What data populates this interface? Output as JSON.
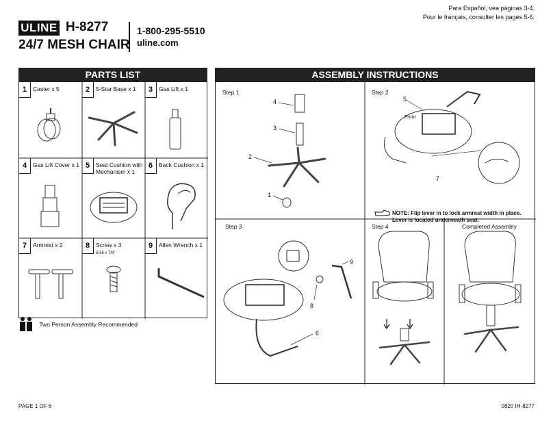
{
  "header": {
    "brand": "ULINE",
    "model": "H-8277",
    "title": "24/7 MESH CHAIR",
    "phone": "1-800-295-5510",
    "website": "uline.com",
    "lang_es": "Para Español, vea páginas 3-4.",
    "lang_fr": "Pour le français, consulter les pages 5-6."
  },
  "parts_list": {
    "title": "PARTS LIST",
    "items": [
      {
        "num": "1",
        "label": "Caster x 5",
        "sub": ""
      },
      {
        "num": "2",
        "label": "5-Star Base x 1",
        "sub": ""
      },
      {
        "num": "3",
        "label": "Gas Lift x 1",
        "sub": ""
      },
      {
        "num": "4",
        "label": "Gas Lift Cover x 1",
        "sub": ""
      },
      {
        "num": "5",
        "label": "Seat Cushion with Mechanism x 1",
        "sub": ""
      },
      {
        "num": "6",
        "label": "Back Cushion x 1",
        "sub": ""
      },
      {
        "num": "7",
        "label": "Armrest x 2",
        "sub": ""
      },
      {
        "num": "8",
        "label": "Screw x 3",
        "sub": "5/16 x 7/8\""
      },
      {
        "num": "9",
        "label": "Allen Wrench x 1",
        "sub": ""
      }
    ],
    "two_person": "Two Person Assembly Recommended"
  },
  "assembly": {
    "title": "ASSEMBLY INSTRUCTIONS",
    "step1": "Step 1",
    "step2": "Step 2",
    "step3": "Step 3",
    "step4": "Step 4",
    "completed": "Completed Assembly",
    "step1_callouts": [
      "4",
      "3",
      "2",
      "1"
    ],
    "step2_callouts": [
      "5",
      "7"
    ],
    "step2_front": "Front",
    "step3_callouts": [
      "9",
      "8",
      "6"
    ],
    "note_prefix": "NOTE:",
    "note_text1": "Flip lever in to lock armrest width in place.",
    "note_text2": "Lever is located underneath seat."
  },
  "footer": {
    "page": "PAGE 1 OF 6",
    "code": "0820 IH-8277"
  }
}
